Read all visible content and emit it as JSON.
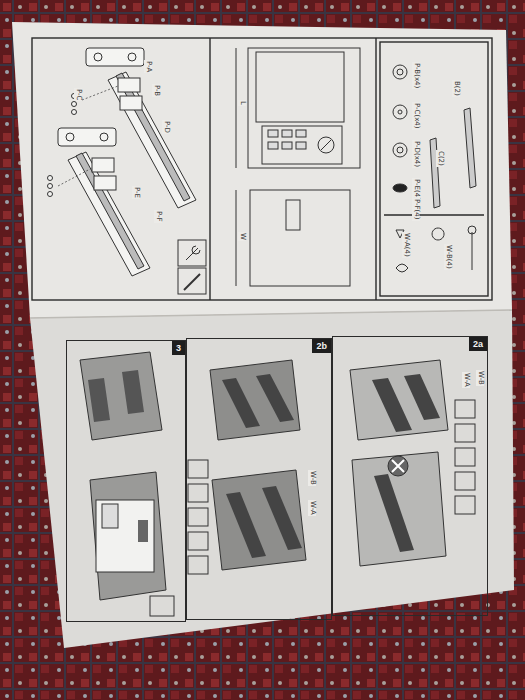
{
  "diagram": {
    "nodes": [
      {
        "text": [
          "3"
        ]
      },
      {
        "text": [
          "2b"
        ]
      },
      {
        "text": [
          "2a"
        ]
      }
    ],
    "labels": [
      "P-A",
      "P-B",
      "P-C",
      "P-D",
      "P-E",
      "P-F",
      "L",
      "W",
      "B(2)",
      "C(2)",
      "P-B(x4)",
      "P-C(x4)",
      "P-D(x4)",
      "P-E(4)",
      "P-F(4)",
      "W-A(4)",
      "W-B(4)",
      "W-B",
      "W-A",
      "W-B",
      "W-A"
    ]
  }
}
